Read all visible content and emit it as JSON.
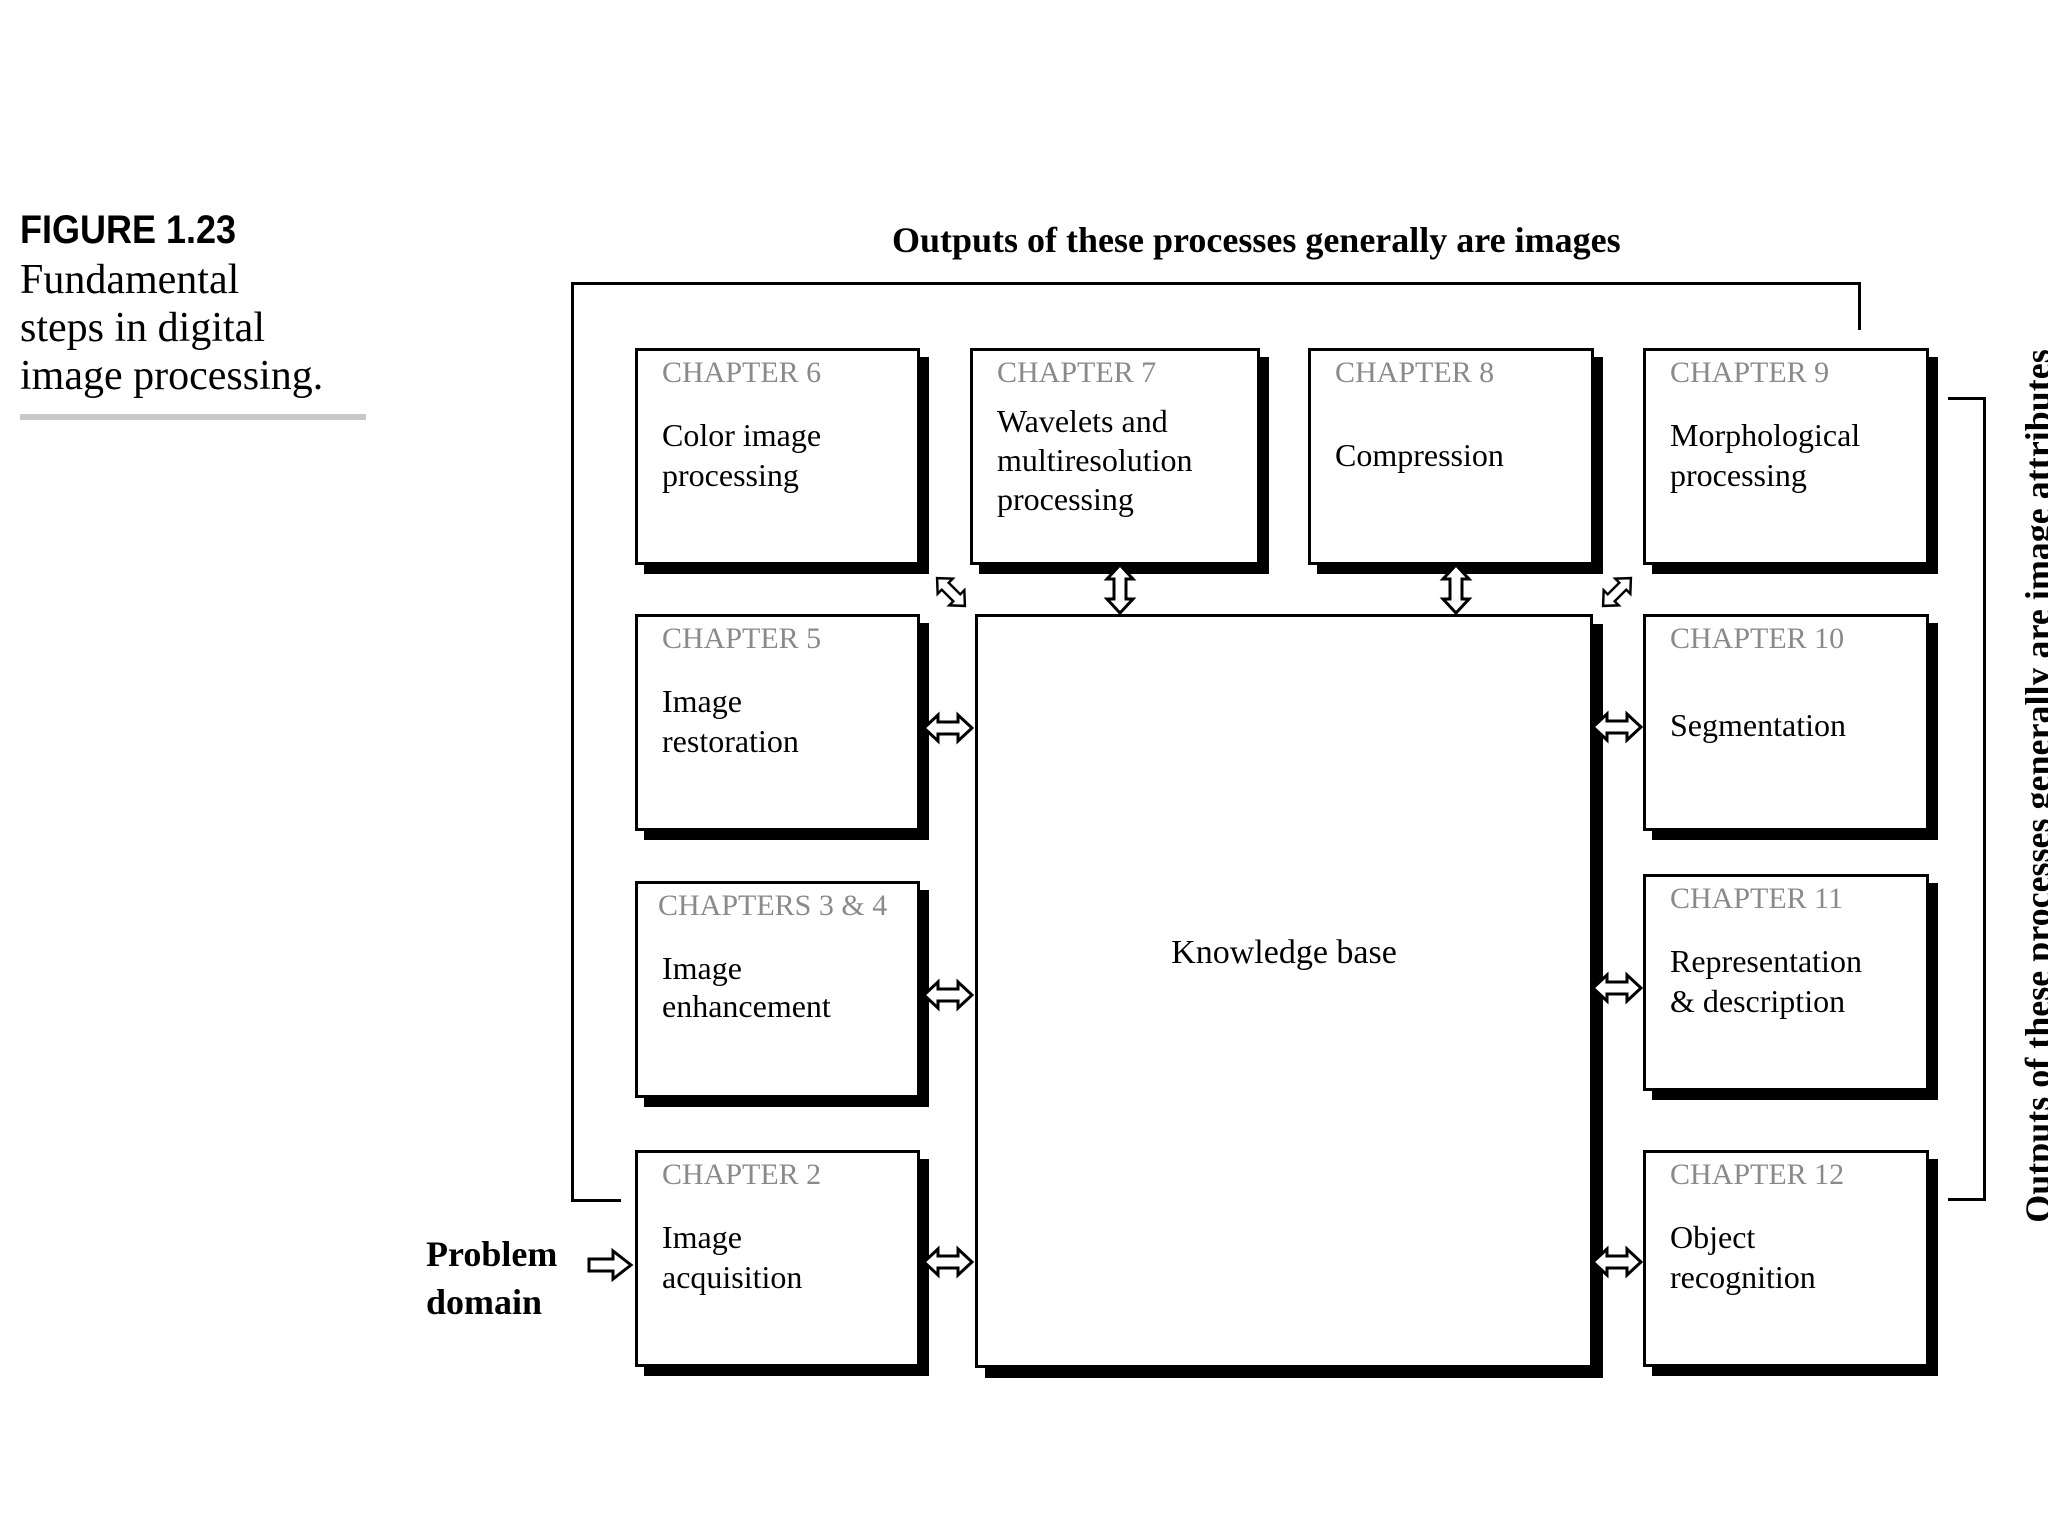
{
  "figure": {
    "number": "FIGURE 1.23",
    "caption_lines": [
      "Fundamental",
      "steps in digital",
      "image processing."
    ]
  },
  "labels": {
    "top_outputs": "Outputs of these processes generally are images",
    "right_outputs": "Outputs of these processes generally are image attributes",
    "problem_domain_lines": [
      "Problem",
      "domain"
    ]
  },
  "knowledge_base": {
    "label": "Knowledge base"
  },
  "boxes": {
    "ch6": {
      "chapter": "CHAPTER 6",
      "lines": [
        "Color image",
        "processing"
      ]
    },
    "ch7": {
      "chapter": "CHAPTER 7",
      "lines": [
        "Wavelets and",
        "multiresolution",
        "processing"
      ]
    },
    "ch8": {
      "chapter": "CHAPTER 8",
      "lines": [
        "Compression"
      ]
    },
    "ch9": {
      "chapter": "CHAPTER 9",
      "lines": [
        "Morphological",
        "processing"
      ]
    },
    "ch5": {
      "chapter": "CHAPTER 5",
      "lines": [
        "Image",
        "restoration"
      ]
    },
    "ch34": {
      "chapter": "CHAPTERS 3 & 4",
      "lines": [
        "Image",
        "enhancement"
      ]
    },
    "ch2": {
      "chapter": "CHAPTER 2",
      "lines": [
        "Image",
        "acquisition"
      ]
    },
    "ch10": {
      "chapter": "CHAPTER 10",
      "lines": [
        "Segmentation"
      ]
    },
    "ch11": {
      "chapter": "CHAPTER 11",
      "lines": [
        "Representation",
        "& description"
      ]
    },
    "ch12": {
      "chapter": "CHAPTER 12",
      "lines": [
        "Object",
        "recognition"
      ]
    }
  }
}
